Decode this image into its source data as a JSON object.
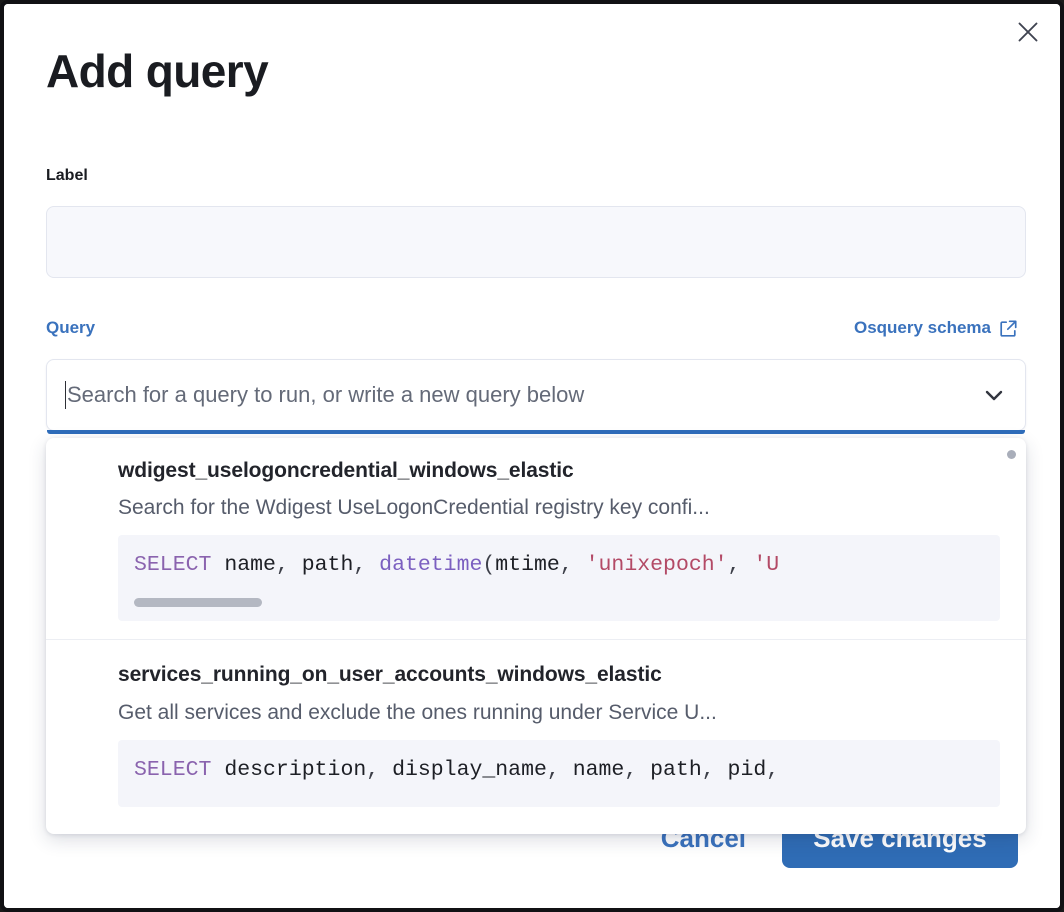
{
  "window": {
    "close_icon": "close-icon"
  },
  "modal": {
    "title": "Add query",
    "label_field": {
      "label": "Label",
      "value": "",
      "placeholder": ""
    },
    "query_field": {
      "label": "Query",
      "schema_link": "Osquery schema",
      "schema_link_icon": "external-link-icon",
      "placeholder": "Search for a query to run, or write a new query below",
      "value": "",
      "chevron_icon": "chevron-down-icon",
      "focused": true
    },
    "dropdown": {
      "scrollbar_icon": "scroll-indicator",
      "options": [
        {
          "title": "wdigest_uselogoncredential_windows_elastic",
          "description": "Search for the Wdigest UseLogonCredential registry key confi...",
          "code_tokens": [
            {
              "t": "SELECT",
              "c": "kw"
            },
            {
              "t": " name",
              "c": "plain"
            },
            {
              "t": ", ",
              "c": "punc"
            },
            {
              "t": "path",
              "c": "plain"
            },
            {
              "t": ", ",
              "c": "punc"
            },
            {
              "t": "datetime",
              "c": "fn"
            },
            {
              "t": "(",
              "c": "punc"
            },
            {
              "t": "mtime",
              "c": "plain"
            },
            {
              "t": ", ",
              "c": "punc"
            },
            {
              "t": "'unixepoch'",
              "c": "str"
            },
            {
              "t": ", ",
              "c": "punc"
            },
            {
              "t": "'U",
              "c": "str"
            }
          ],
          "code_text": "SELECT name, path, datetime(mtime, 'unixepoch', 'U",
          "has_scrollbar": true
        },
        {
          "title": "services_running_on_user_accounts_windows_elastic",
          "description": "Get all services and exclude the ones running under Service U...",
          "code_tokens": [
            {
              "t": "SELECT",
              "c": "kw"
            },
            {
              "t": " description",
              "c": "plain"
            },
            {
              "t": ", ",
              "c": "punc"
            },
            {
              "t": "display_name",
              "c": "plain"
            },
            {
              "t": ", ",
              "c": "punc"
            },
            {
              "t": "name",
              "c": "plain"
            },
            {
              "t": ", ",
              "c": "punc"
            },
            {
              "t": "path",
              "c": "plain"
            },
            {
              "t": ", ",
              "c": "punc"
            },
            {
              "t": "pid",
              "c": "plain"
            },
            {
              "t": ",",
              "c": "punc"
            }
          ],
          "code_text": "SELECT description, display_name, name, path, pid,",
          "has_scrollbar": false
        }
      ]
    },
    "footer": {
      "cancel_label": "Cancel",
      "save_label": "Save changes"
    }
  },
  "colors": {
    "accent_blue": "#3a72bd",
    "button_blue": "#2f6cb5",
    "focus_bar": "#2f6dbb",
    "text_dark": "#1a1c21",
    "text_muted": "#565c6b",
    "code_bg": "#f4f5fa",
    "keyword_purple": "#8a63ae",
    "string_red": "#b34a66"
  }
}
